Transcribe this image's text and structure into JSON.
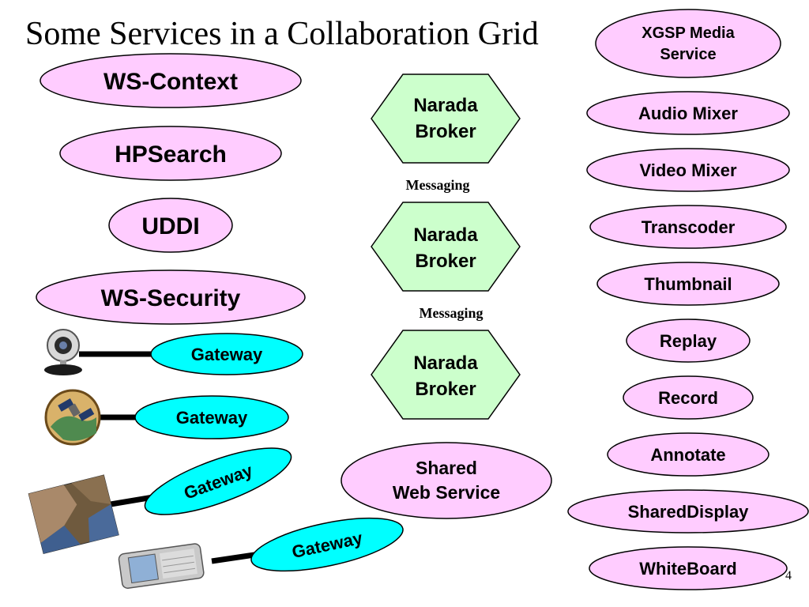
{
  "title": "Some Services in a Collaboration Grid",
  "page_number": "4",
  "left_services": [
    "WS-Context",
    "HPSearch",
    "UDDI",
    "WS-Security"
  ],
  "gateways": [
    "Gateway",
    "Gateway",
    "Gateway",
    "Gateway"
  ],
  "brokers": [
    {
      "line1": "Narada",
      "line2": "Broker"
    },
    {
      "line1": "Narada",
      "line2": "Broker"
    },
    {
      "line1": "Narada",
      "line2": "Broker"
    }
  ],
  "messaging_labels": [
    "Messaging",
    "Messaging"
  ],
  "shared_web_service": {
    "line1": "Shared",
    "line2": "Web Service"
  },
  "right_services": {
    "xgsp": {
      "line1": "XGSP Media",
      "line2": "Service"
    },
    "list": [
      "Audio Mixer",
      "Video Mixer",
      "Transcoder",
      "Thumbnail",
      "Replay",
      "Record",
      "Annotate",
      "SharedDisplay",
      "WhiteBoard"
    ]
  },
  "device_icons": [
    "webcam-icon",
    "satellite-icon",
    "map-icon",
    "pda-icon"
  ],
  "colors": {
    "service_fill": "#ffccff",
    "gateway_fill": "#00ffff",
    "broker_fill": "#ccffcc"
  }
}
